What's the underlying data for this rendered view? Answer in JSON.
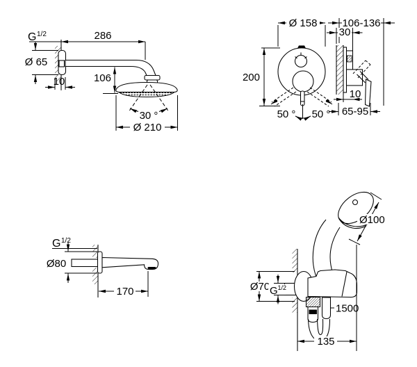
{
  "colors": {
    "line": "#000000",
    "background": "#ffffff"
  },
  "diagrams": {
    "head_shower": {
      "thread_label": "G",
      "thread_size": "1/2",
      "arm_reach": "286",
      "flange_diameter": "Ø 65",
      "flange_depth": "10",
      "head_drop": "106",
      "spray_angle": "30 °",
      "head_diameter": "Ø 210"
    },
    "mixer": {
      "plate_diameter": "Ø 158",
      "rough_in_depth": "106-136",
      "plate_depth": "30",
      "plate_height": "200",
      "swing_left": "50 °",
      "swing_right": "50 °",
      "wall_offset": "10",
      "handle_clearance": "65-95"
    },
    "spout": {
      "thread_label": "G",
      "thread_size": "1/2",
      "flange_diameter": "Ø80",
      "projection": "170"
    },
    "hand_shower": {
      "head_diameter": "Ø100",
      "flange_diameter": "Ø70",
      "thread_label": "G",
      "thread_size": "1/2",
      "hose_length": "1500",
      "bracket_projection": "135"
    }
  }
}
